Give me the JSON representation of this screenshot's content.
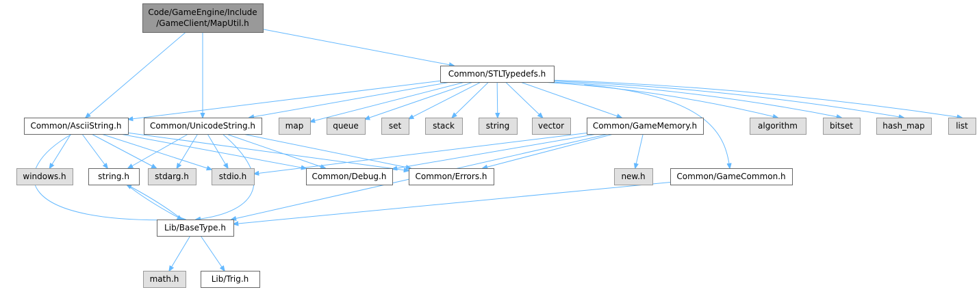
{
  "colors": {
    "edge": "#63b8ff",
    "root_fill": "#999999",
    "file_fill": "#ffffff",
    "system_fill": "#e0e0e0",
    "border": "#666666"
  },
  "nodes": [
    {
      "id": "root",
      "kind": "root",
      "lines": [
        "Code/GameEngine/Include",
        "/GameClient/MapUtil.h"
      ]
    },
    {
      "id": "stltypedefs",
      "kind": "file",
      "lines": [
        "Common/STLTypedefs.h"
      ]
    },
    {
      "id": "asciistring",
      "kind": "file",
      "lines": [
        "Common/AsciiString.h"
      ]
    },
    {
      "id": "unicodestring",
      "kind": "file",
      "lines": [
        "Common/UnicodeString.h"
      ]
    },
    {
      "id": "map",
      "kind": "sys",
      "lines": [
        "map"
      ]
    },
    {
      "id": "queue",
      "kind": "sys",
      "lines": [
        "queue"
      ]
    },
    {
      "id": "set",
      "kind": "sys",
      "lines": [
        "set"
      ]
    },
    {
      "id": "stack",
      "kind": "sys",
      "lines": [
        "stack"
      ]
    },
    {
      "id": "string",
      "kind": "sys",
      "lines": [
        "string"
      ]
    },
    {
      "id": "vector",
      "kind": "sys",
      "lines": [
        "vector"
      ]
    },
    {
      "id": "gamememory",
      "kind": "file",
      "lines": [
        "Common/GameMemory.h"
      ]
    },
    {
      "id": "algorithm",
      "kind": "sys",
      "lines": [
        "algorithm"
      ]
    },
    {
      "id": "bitset",
      "kind": "sys",
      "lines": [
        "bitset"
      ]
    },
    {
      "id": "hash_map",
      "kind": "sys",
      "lines": [
        "hash_map"
      ]
    },
    {
      "id": "list",
      "kind": "sys",
      "lines": [
        "list"
      ]
    },
    {
      "id": "windows_h",
      "kind": "sys",
      "lines": [
        "windows.h"
      ]
    },
    {
      "id": "string_h",
      "kind": "file",
      "lines": [
        "string.h"
      ]
    },
    {
      "id": "stdarg_h",
      "kind": "sys",
      "lines": [
        "stdarg.h"
      ]
    },
    {
      "id": "stdio_h",
      "kind": "sys",
      "lines": [
        "stdio.h"
      ]
    },
    {
      "id": "debug_h",
      "kind": "file",
      "lines": [
        "Common/Debug.h"
      ]
    },
    {
      "id": "errors_h",
      "kind": "file",
      "lines": [
        "Common/Errors.h"
      ]
    },
    {
      "id": "new_h",
      "kind": "sys",
      "lines": [
        "new.h"
      ]
    },
    {
      "id": "gamecommon",
      "kind": "file",
      "lines": [
        "Common/GameCommon.h"
      ]
    },
    {
      "id": "basetype",
      "kind": "file",
      "lines": [
        "Lib/BaseType.h"
      ]
    },
    {
      "id": "math_h",
      "kind": "sys",
      "lines": [
        "math.h"
      ]
    },
    {
      "id": "trig_h",
      "kind": "file",
      "lines": [
        "Lib/Trig.h"
      ]
    }
  ],
  "edges": [
    [
      "root",
      "stltypedefs"
    ],
    [
      "root",
      "asciistring"
    ],
    [
      "root",
      "unicodestring"
    ],
    [
      "stltypedefs",
      "asciistring"
    ],
    [
      "stltypedefs",
      "unicodestring"
    ],
    [
      "stltypedefs",
      "map"
    ],
    [
      "stltypedefs",
      "queue"
    ],
    [
      "stltypedefs",
      "set"
    ],
    [
      "stltypedefs",
      "stack"
    ],
    [
      "stltypedefs",
      "string"
    ],
    [
      "stltypedefs",
      "vector"
    ],
    [
      "stltypedefs",
      "gamememory"
    ],
    [
      "stltypedefs",
      "gamecommon"
    ],
    [
      "stltypedefs",
      "algorithm"
    ],
    [
      "stltypedefs",
      "bitset"
    ],
    [
      "stltypedefs",
      "hash_map"
    ],
    [
      "stltypedefs",
      "list"
    ],
    [
      "asciistring",
      "windows_h"
    ],
    [
      "asciistring",
      "string_h"
    ],
    [
      "asciistring",
      "stdarg_h"
    ],
    [
      "asciistring",
      "stdio_h"
    ],
    [
      "asciistring",
      "debug_h"
    ],
    [
      "asciistring",
      "errors_h"
    ],
    [
      "asciistring",
      "basetype"
    ],
    [
      "unicodestring",
      "string_h"
    ],
    [
      "unicodestring",
      "stdarg_h"
    ],
    [
      "unicodestring",
      "stdio_h"
    ],
    [
      "unicodestring",
      "debug_h"
    ],
    [
      "unicodestring",
      "errors_h"
    ],
    [
      "unicodestring",
      "basetype"
    ],
    [
      "gamememory",
      "stdio_h"
    ],
    [
      "gamememory",
      "debug_h"
    ],
    [
      "gamememory",
      "errors_h"
    ],
    [
      "gamememory",
      "new_h"
    ],
    [
      "gamememory",
      "basetype"
    ],
    [
      "gamecommon",
      "basetype"
    ],
    [
      "string_h",
      "basetype"
    ],
    [
      "basetype",
      "string_h"
    ],
    [
      "basetype",
      "math_h"
    ],
    [
      "basetype",
      "trig_h"
    ]
  ]
}
